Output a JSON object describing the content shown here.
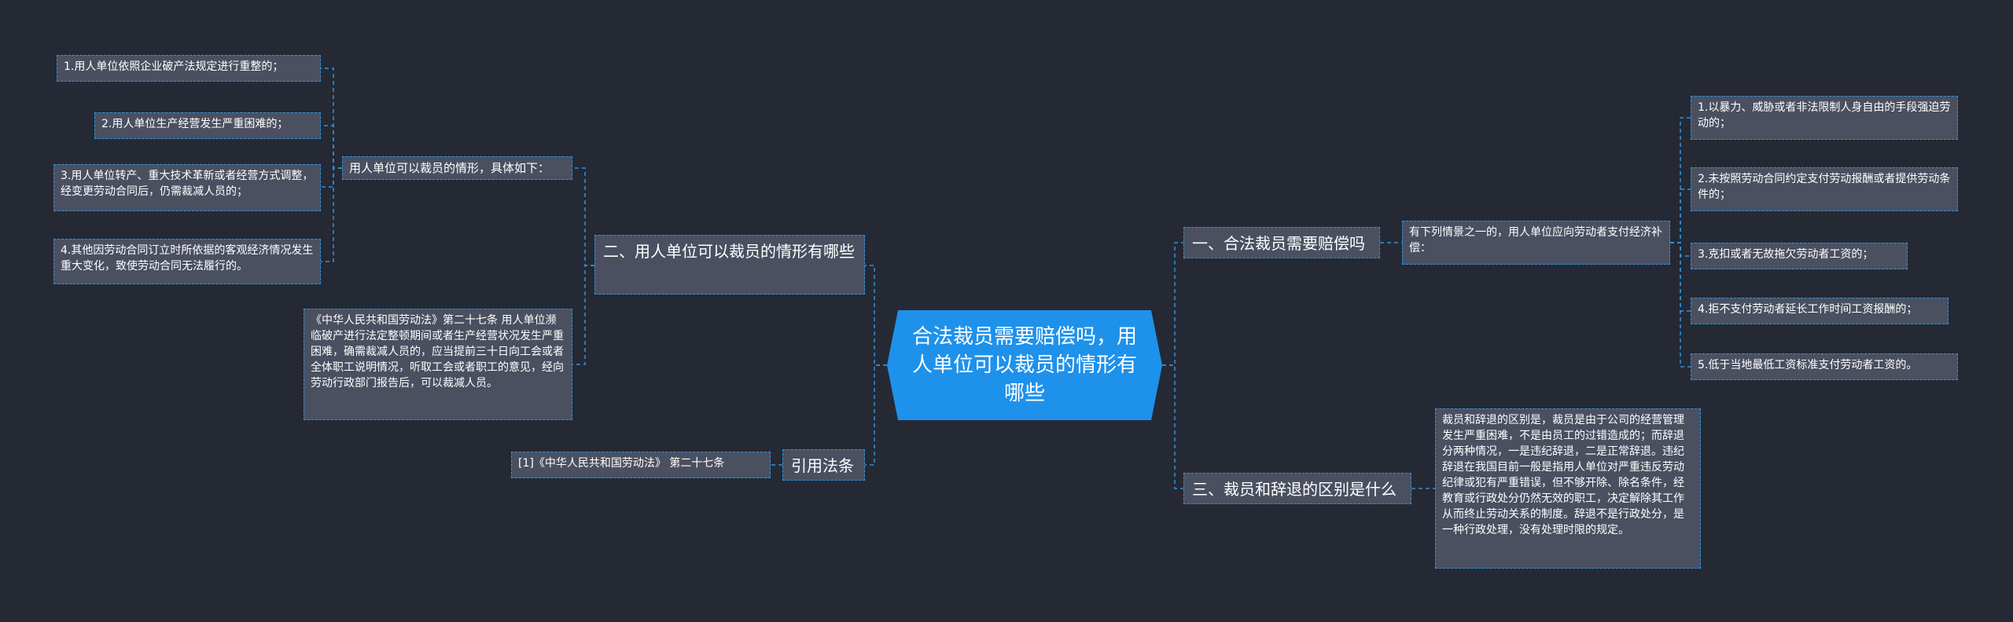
{
  "root": {
    "title": "合法裁员需要赔偿吗，用人单位可以裁员的情形有哪些"
  },
  "left": {
    "branch2": {
      "title": "二、用人单位可以裁员的情形有哪些",
      "sub": {
        "title": "用人单位可以裁员的情形，具体如下：",
        "items": [
          "1.用人单位依照企业破产法规定进行重整的；",
          "2.用人单位生产经营发生严重困难的；",
          "3.用人单位转产、重大技术革新或者经营方式调整，经变更劳动合同后，仍需裁减人员的；",
          "4.其他因劳动合同订立时所依据的客观经济情况发生重大变化，致使劳动合同无法履行的。"
        ]
      },
      "law": "《中华人民共和国劳动法》第二十七条 用人单位濒临破产进行法定整顿期间或者生产经营状况发生严重困难，确需裁减人员的，应当提前三十日向工会或者全体职工说明情况，听取工会或者职工的意见，经向劳动行政部门报告后，可以裁减人员。"
    },
    "citation": {
      "title": "引用法条",
      "items": [
        "[1]《中华人民共和国劳动法》 第二十七条"
      ]
    }
  },
  "right": {
    "branch1": {
      "title": "一、合法裁员需要赔偿吗",
      "sub": "有下列情景之一的，用人单位应向劳动者支付经济补偿：",
      "items": [
        "1.以暴力、威胁或者非法限制人身自由的手段强迫劳动的；",
        "2.未按照劳动合同约定支付劳动报酬或者提供劳动条件的；",
        "3.克扣或者无故拖欠劳动者工资的；",
        "4.拒不支付劳动者延长工作时间工资报酬的；",
        "5.低于当地最低工资标准支付劳动者工资的。"
      ]
    },
    "branch3": {
      "title": "三、裁员和辞退的区别是什么",
      "detail": "裁员和辞退的区别是，裁员是由于公司的经营管理发生严重困难，不是由员工的过错造成的；而辞退分两种情况，一是违纪辞退，二是正常辞退。违纪辞退在我国目前一般是指用人单位对严重违反劳动纪律或犯有严重错误，但不够开除、除名条件，经教育或行政处分仍然无效的职工，决定解除其工作从而终止劳动关系的制度。辞退不是行政处分，是一种行政处理，没有处理时限的规定。"
    }
  }
}
